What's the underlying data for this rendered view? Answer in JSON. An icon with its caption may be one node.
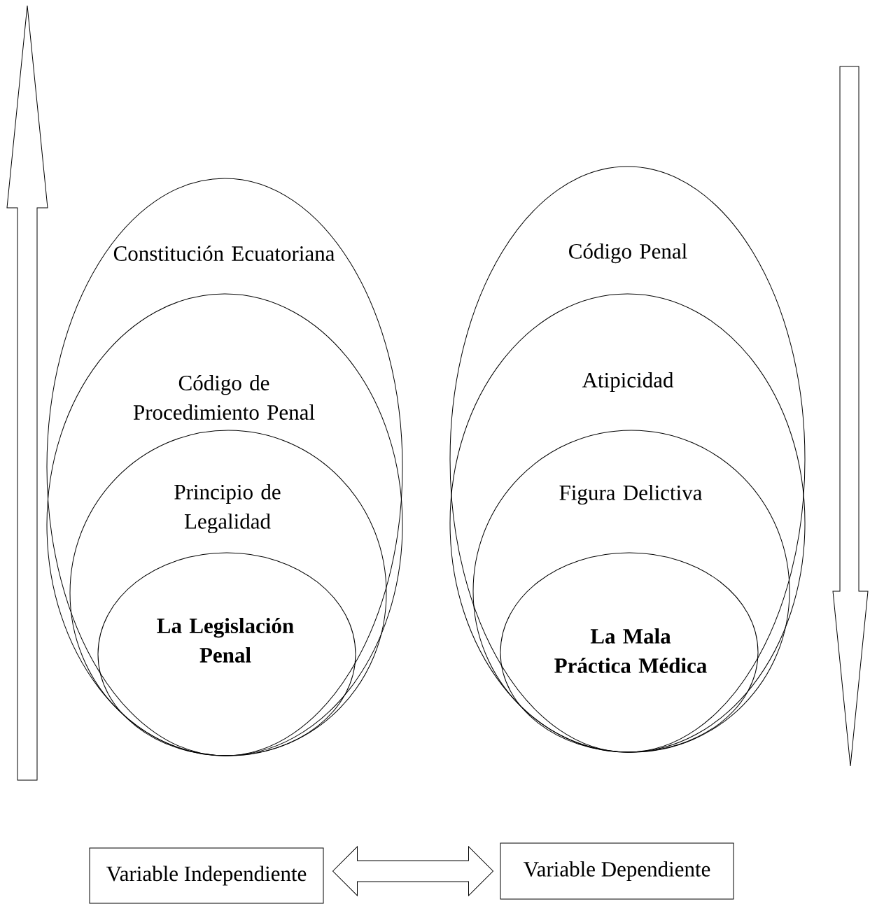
{
  "diagram": {
    "nodes": [
      {
        "text": [
          "Constitución Ecuatoriana"
        ]
      },
      {
        "text": [
          "Código de Procedimiento Penal"
        ],
        "in": 0
      },
      {
        "text": [
          "Principio de Legalidad"
        ],
        "in": 1
      },
      {
        "text": [
          "La Legislación Penal"
        ],
        "in": 2
      },
      {
        "text": [
          "Código Penal"
        ]
      },
      {
        "text": [
          "Atipicidad"
        ],
        "in": 4
      },
      {
        "text": [
          "Figura Delictiva"
        ],
        "in": 5
      },
      {
        "text": [
          "La Mala Práctica Médica"
        ],
        "in": 6
      },
      {
        "text": [
          "Variable Independiente"
        ]
      },
      {
        "text": [
          "Variable Dependiente"
        ]
      }
    ],
    "edges": [
      {
        "from": 8,
        "to": 9,
        "arrow": "both"
      }
    ]
  }
}
